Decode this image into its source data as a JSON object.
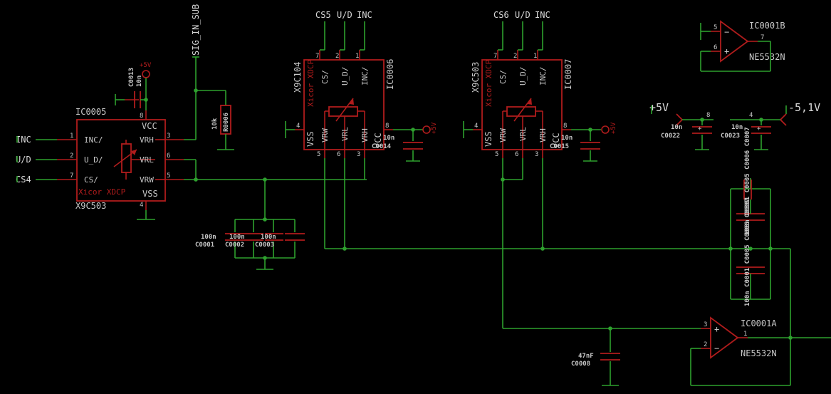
{
  "nets": {
    "inc": "INC",
    "ud": "U/D",
    "cs4": "CS4",
    "cs5": "CS5",
    "cs6": "CS6",
    "sig_in_sub": "SIG_IN_SUB",
    "p5v_small": "+5V",
    "p5v_big": "+5V",
    "m51v": "-5,1V"
  },
  "ics": {
    "ic0005": {
      "name": "IC0005",
      "type": "X9C503",
      "family": "Xicor XDCP",
      "pins": {
        "inc": "INC/",
        "ud": "U_D/",
        "cs": "CS/",
        "vcc": "VCC",
        "vrh": "VRH",
        "vrl": "VRL",
        "vrw": "VRW",
        "vss": "VSS"
      },
      "pinnums": {
        "inc": "1",
        "ud": "2",
        "cs": "7",
        "vcc": "8",
        "vrh": "3",
        "vrl": "6",
        "vrw": "5",
        "vss": "4"
      }
    },
    "ic0006": {
      "name": "IC0006",
      "type": "X9C104",
      "family": "Xicor XDCP",
      "pins": {
        "cs": "CS/",
        "ud": "U_D/",
        "inc": "INC/",
        "vss": "VSS",
        "vrw": "VRW",
        "vrl": "VRL",
        "vrh": "VRH",
        "vcc": "VCC"
      },
      "pinnums": {
        "cs": "7",
        "ud": "2",
        "inc": "1",
        "vss": "4",
        "vrw": "5",
        "vrl": "6",
        "vrh": "3",
        "vcc": "8"
      }
    },
    "ic0007": {
      "name": "IC0007",
      "type": "X9C503",
      "family": "Xicor XDCP",
      "pins": {
        "cs": "CS/",
        "ud": "U_D/",
        "inc": "INC/",
        "vss": "VSS",
        "vrw": "VRW",
        "vrl": "VRL",
        "vrh": "VRH",
        "vcc": "VCC"
      },
      "pinnums": {
        "cs": "7",
        "ud": "2",
        "inc": "1",
        "vss": "4",
        "vrw": "5",
        "vrl": "6",
        "vrh": "3",
        "vcc": "8"
      }
    },
    "ic0001a": {
      "name": "IC0001A",
      "type": "NE5532N",
      "pinnums": {
        "inp": "3",
        "inn": "2",
        "out": "1"
      }
    },
    "ic0001b": {
      "name": "IC0001B",
      "type": "NE5532N",
      "pinnums": {
        "inp": "5",
        "inn": "6",
        "out": "7"
      }
    },
    "ic0001p": {
      "pin_pos": "8",
      "pin_neg": "4"
    }
  },
  "parts": {
    "c0013": {
      "name": "C0013",
      "value": "10n"
    },
    "r0006": {
      "name": "R0006",
      "value": "10k"
    },
    "c0014": {
      "name": "C0014",
      "value": "10n"
    },
    "c0015": {
      "name": "C0015",
      "value": "10n"
    },
    "c0001": {
      "name": "C0001",
      "value": "100n"
    },
    "c0002": {
      "name": "C0002",
      "value": "100n"
    },
    "c0003": {
      "name": "C0003",
      "value": "100n"
    },
    "c0022": {
      "name": "C0022",
      "value": "10n"
    },
    "c0023": {
      "name": "C0023",
      "value": "10n"
    },
    "c0008": {
      "name": "C0008",
      "value": "47nF"
    },
    "fb_stack": {
      "text": "100n C0001 C0005 C0006 C0007"
    }
  },
  "colors": {
    "wire": "#2ea02e",
    "body": "#b01c1c",
    "text": "#c8c8c8",
    "background": "#000000"
  }
}
